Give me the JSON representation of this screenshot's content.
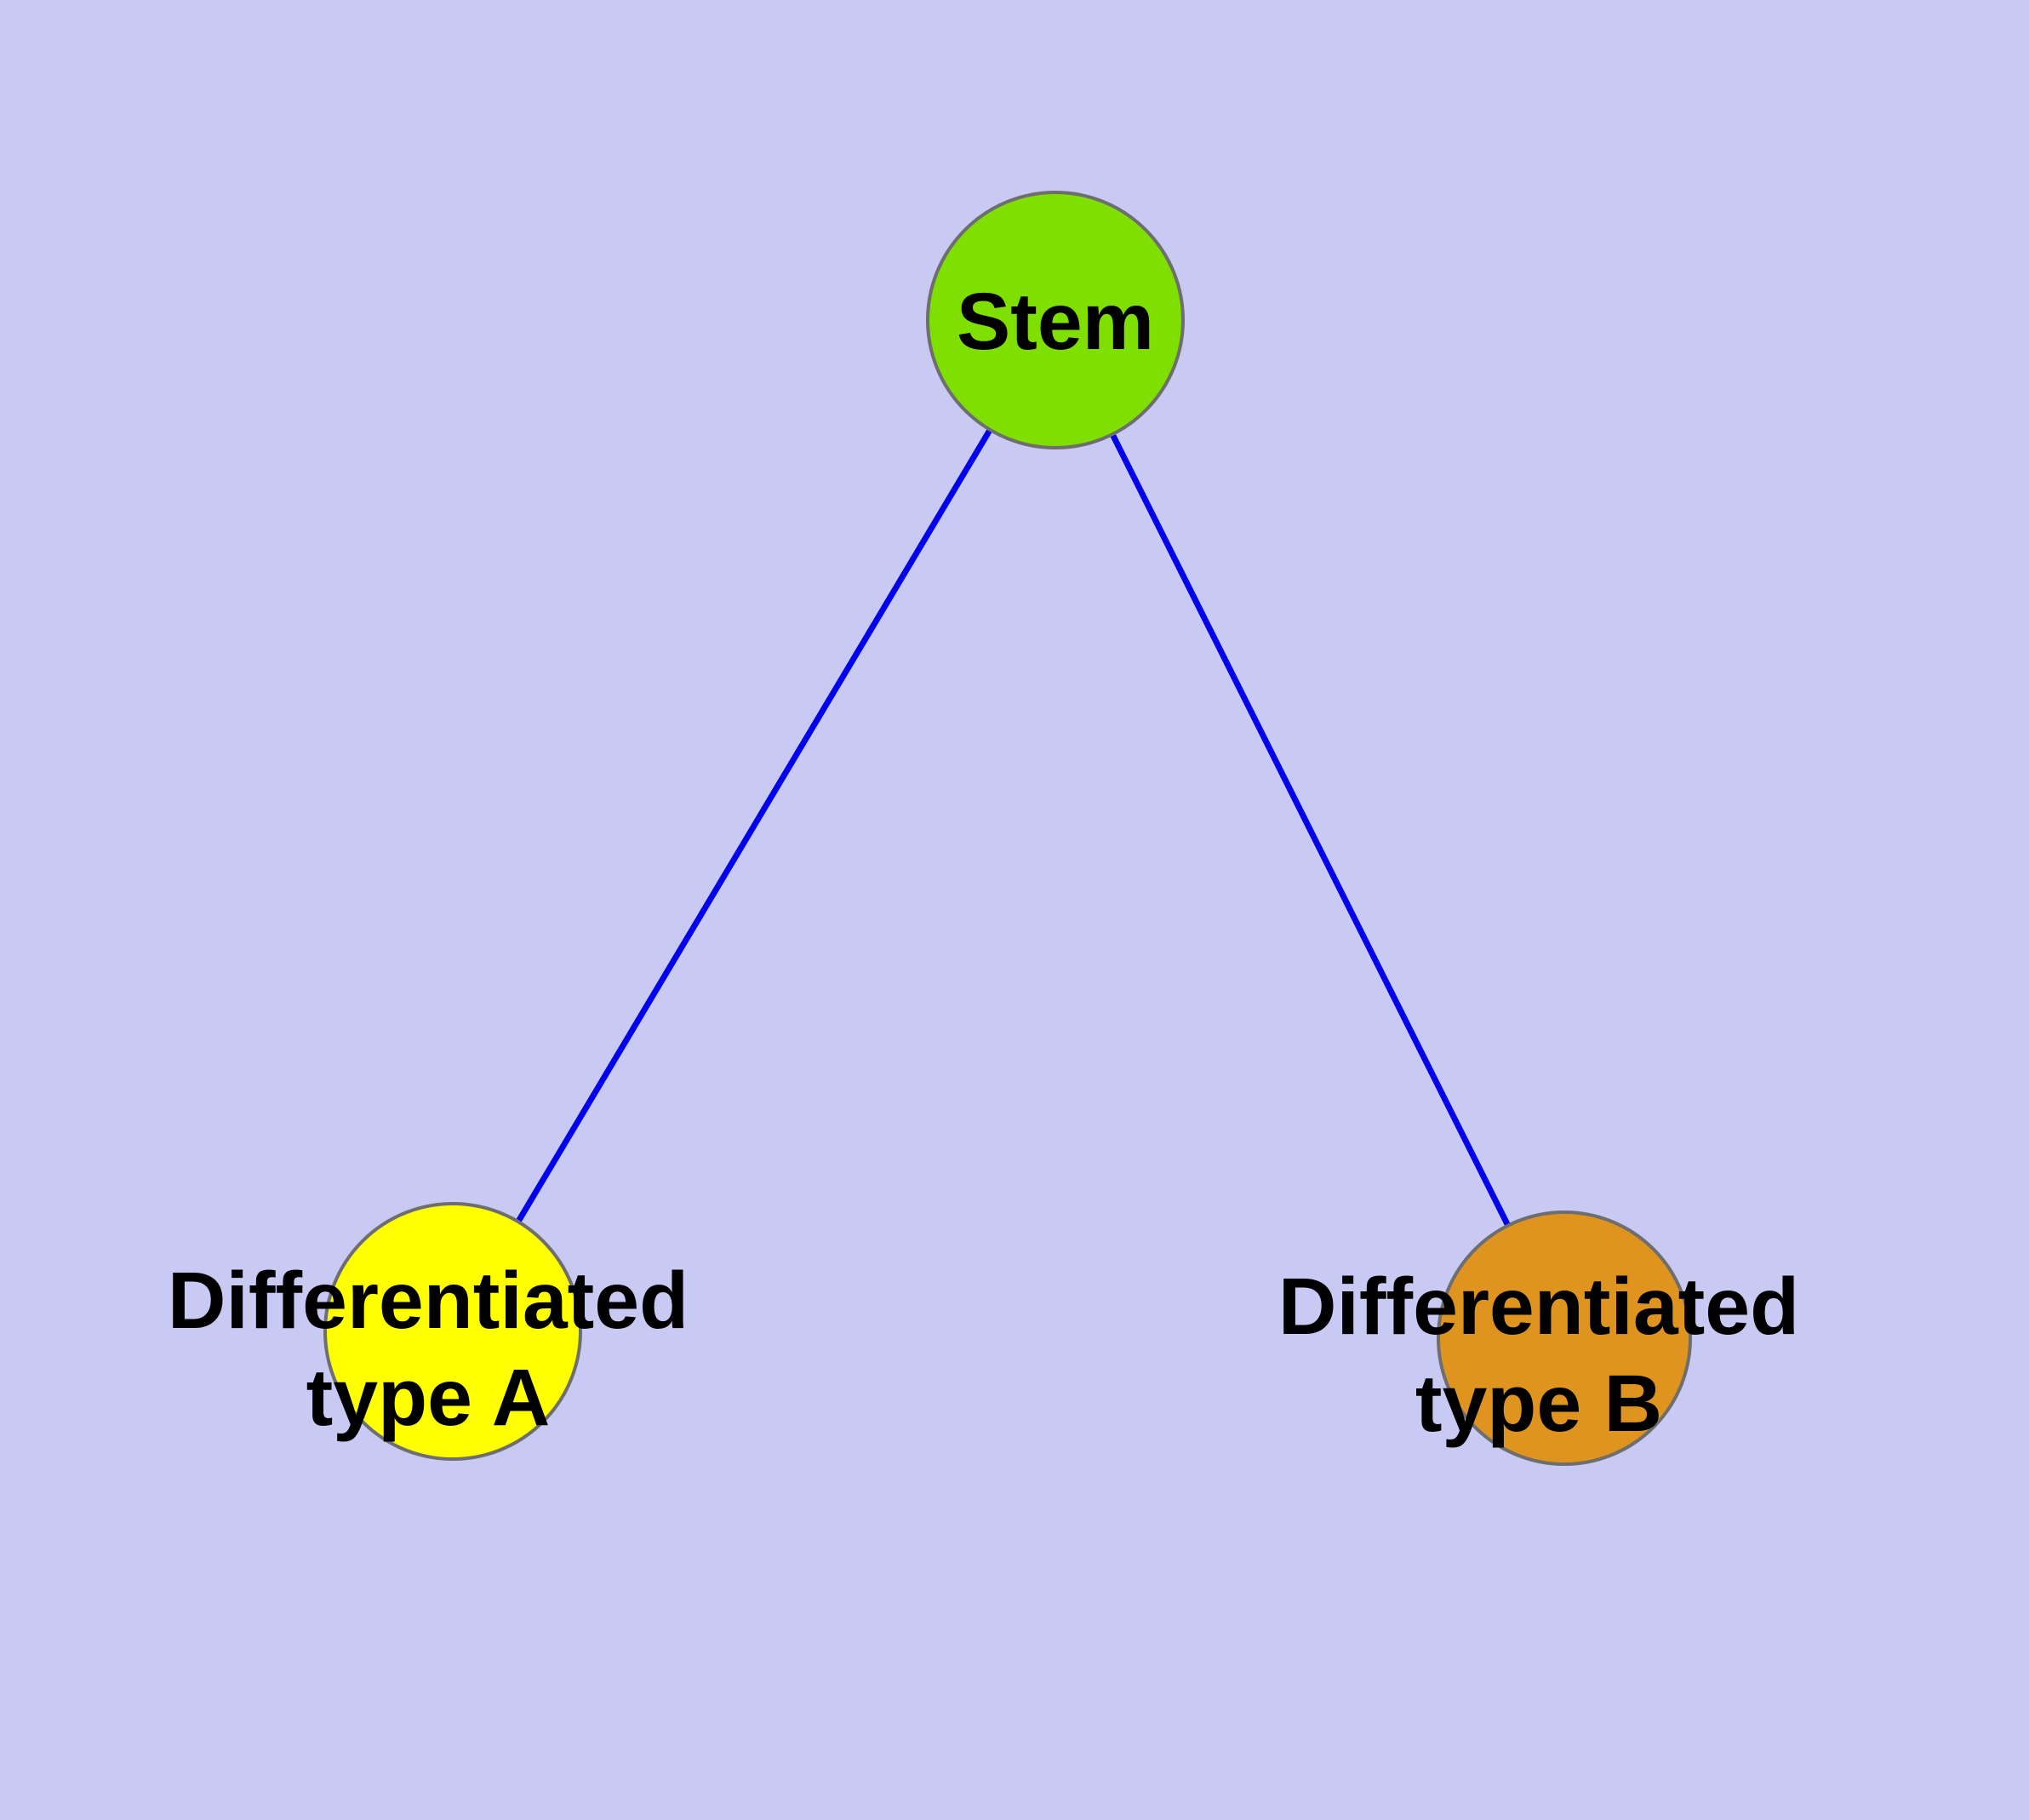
{
  "diagram": {
    "background_color": "#c9caf3",
    "edge_color": "#0000ee",
    "node_border_color": "#6e6e6e",
    "nodes": {
      "stem": {
        "label": "Stem",
        "fill": "#7fe000"
      },
      "type_a": {
        "label_line1": "Differentiated",
        "label_line2": "type A",
        "label_full": "Differentiated type A",
        "fill": "#ffff00"
      },
      "type_b": {
        "label_line1": "Differentiated",
        "label_line2": "type B",
        "label_full": "Differentiated type B",
        "fill": "#df941f"
      }
    },
    "edges": [
      {
        "from": "Stem",
        "to": "Differentiated type A"
      },
      {
        "from": "Stem",
        "to": "Differentiated type B"
      }
    ]
  }
}
